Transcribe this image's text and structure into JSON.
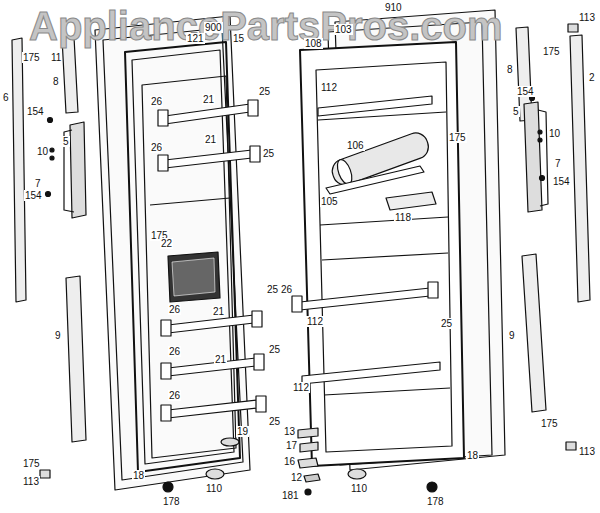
{
  "diagram": {
    "labels": [
      "AppliancePartsPros.com",
      "900",
      "121",
      "15",
      "175",
      "11",
      "8",
      "6",
      "154",
      "5",
      "10",
      "7",
      "154",
      "26",
      "21",
      "25",
      "25",
      "26",
      "21",
      "175",
      "22",
      "25",
      "26",
      "21",
      "26",
      "21",
      "25",
      "26",
      "25",
      "19",
      "9",
      "175",
      "113",
      "18",
      "178",
      "110",
      "13",
      "17",
      "16",
      "12",
      "181",
      "110",
      "178",
      "18",
      "910",
      "103",
      "108",
      "112",
      "175",
      "106",
      "105",
      "118",
      "26",
      "112",
      "25",
      "112",
      "113",
      "175",
      "8",
      "2",
      "154",
      "5",
      "10",
      "7",
      "154",
      "9",
      "175",
      "113"
    ]
  }
}
